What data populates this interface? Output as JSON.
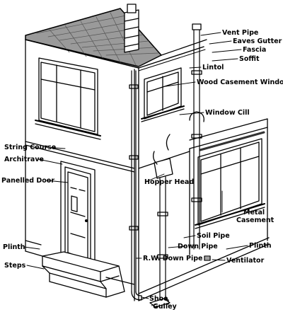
{
  "labels": {
    "vent_pipe": "Vent Pipe",
    "eaves_gutter": "Eaves Gutter",
    "fascia": "Fascia",
    "soffit": "Soffit",
    "lintol": "Lintol",
    "wood_casement_window": "Wood Casement Window",
    "window_cill": "Window Cill",
    "string_course": "String Course",
    "architrave": "Architrave",
    "panelled_door": "Panelled Door",
    "hopper_head": "Hopper Head",
    "metal_casement_line1": "Metal",
    "metal_casement_line2": "Casement",
    "soil_pipe": "Soil Pipe",
    "down_pipe": "Down Pipe",
    "plinth_left": "Plinth",
    "plinth_right": "Plinth",
    "rw_down_pipe": "R.W. Down Pipe",
    "ventilator": "Ventilator",
    "steps": "Steps",
    "shoe": "Shoe",
    "gulley": "Gulley"
  },
  "colors": {
    "line": "#000000",
    "background": "#ffffff",
    "roof_tile": "#8a8a8a"
  }
}
